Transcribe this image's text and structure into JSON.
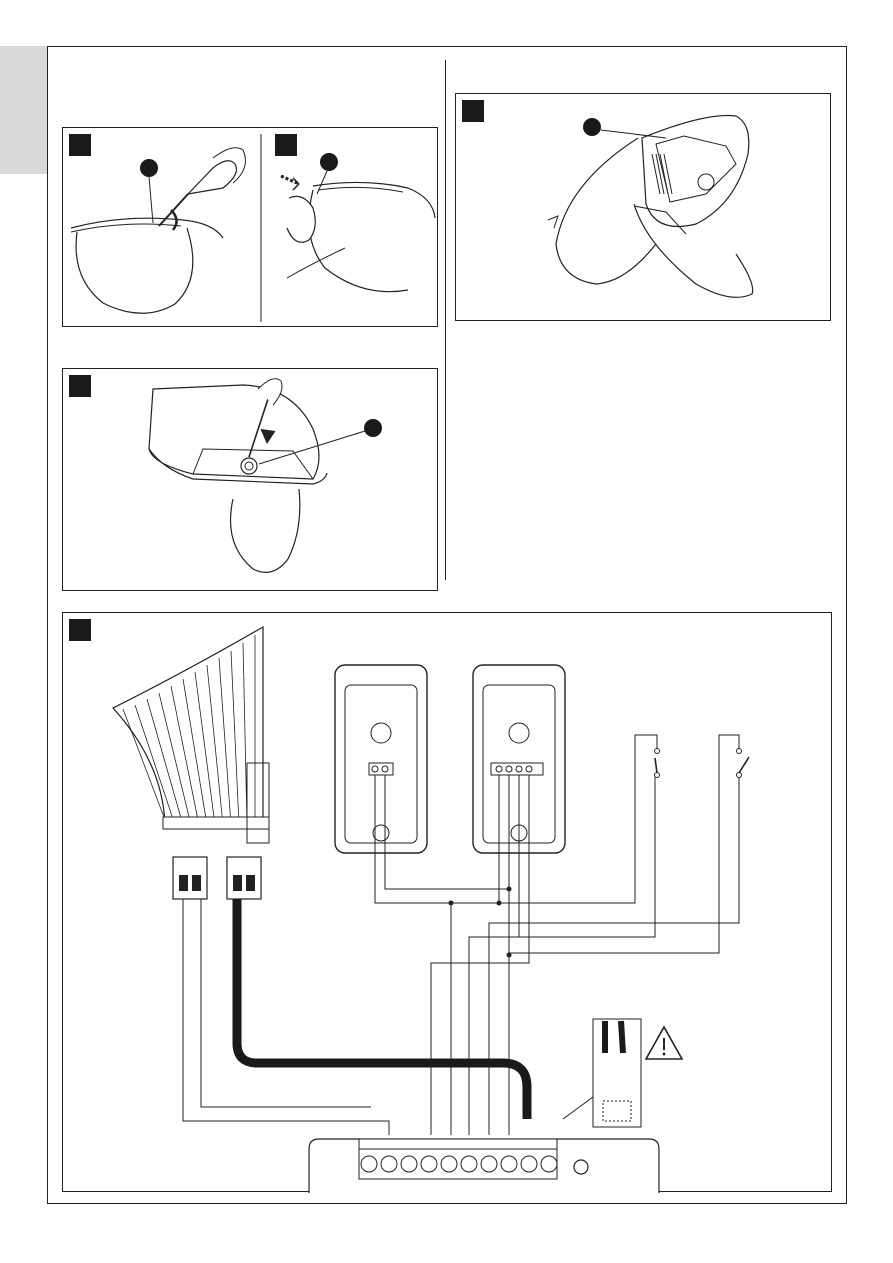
{
  "page": {
    "background": "#ffffff",
    "line_color": "#222222",
    "side_tab_color": "#d9d9d9",
    "badge_color": "#1a1a1a"
  },
  "figures": [
    {
      "name": "open-cover",
      "callouts": 2
    },
    {
      "name": "remove-screw",
      "callouts": 1
    },
    {
      "name": "wire-connection",
      "callouts": 1
    },
    {
      "name": "wiring-diagram",
      "callouts": 0
    }
  ],
  "icons": {
    "warning": "warning-triangle-icon",
    "terminal": "screw-terminal-icon",
    "switch": "switch-contact-icon"
  }
}
